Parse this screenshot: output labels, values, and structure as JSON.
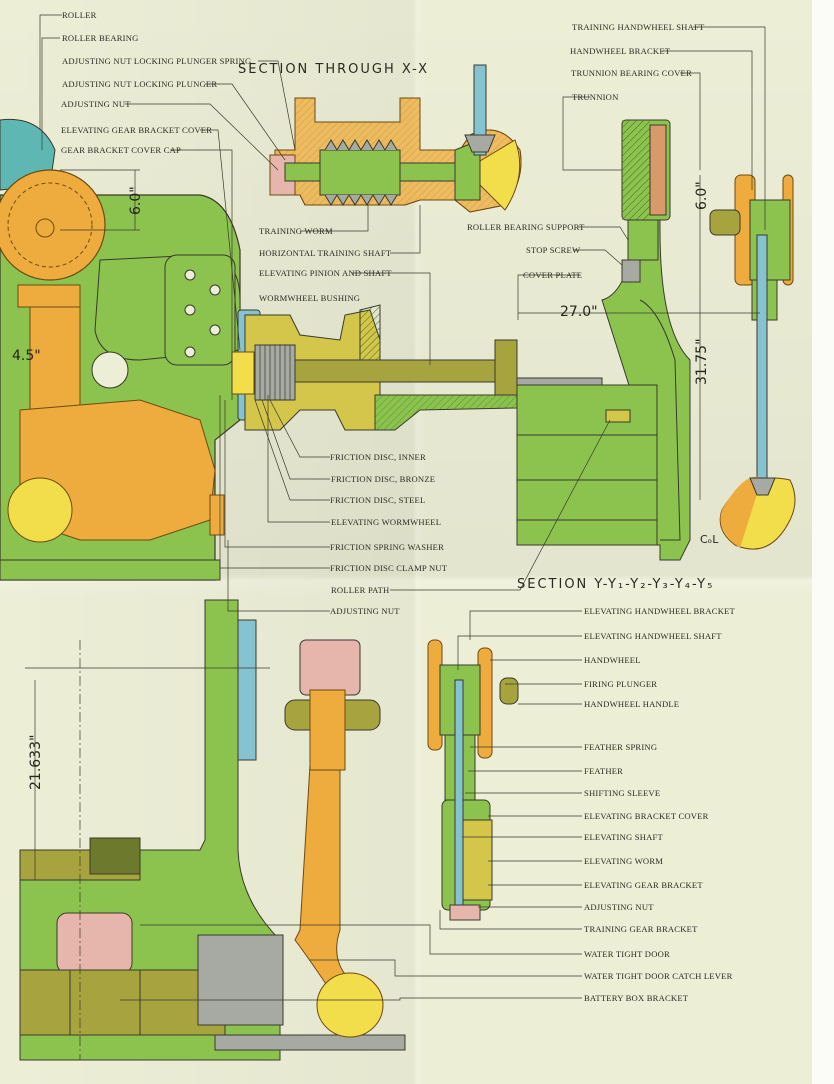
{
  "drawing": {
    "section_titles": {
      "x_x": "SECTION THROUGH X-X",
      "y_y": "SECTION Y-Y₁-Y₂-Y₃-Y₄-Y₅"
    },
    "labels_top_left": [
      "ROLLER",
      "ROLLER BEARING",
      "ADJUSTING NUT LOCKING PLUNGER SPRING",
      "ADJUSTING NUT LOCKING PLUNGER",
      "ADJUSTING NUT",
      "ELEVATING GEAR BRACKET COVER",
      "GEAR BRACKET COVER CAP"
    ],
    "labels_top_right": [
      "TRAINING HANDWHEEL SHAFT",
      "HANDWHEEL BRACKET",
      "TRUNNION BEARING COVER",
      "TRUNNION"
    ],
    "labels_middle": [
      "TRAINING WORM",
      "HORIZONTAL TRAINING SHAFT",
      "ELEVATING PINION AND SHAFT",
      "WORMWHEEL BUSHING"
    ],
    "labels_middle_right": [
      "ROLLER BEARING SUPPORT",
      "STOP SCREW",
      "COVER PLATE"
    ],
    "labels_friction": [
      "FRICTION DISC, INNER",
      "FRICTION DISC, BRONZE",
      "FRICTION DISC, STEEL",
      "ELEVATING WORMWHEEL",
      "FRICTION SPRING WASHER",
      "FRICTION DISC CLAMP NUT",
      "ROLLER PATH",
      "ADJUSTING NUT"
    ],
    "labels_bottom_right": [
      "ELEVATING HANDWHEEL BRACKET",
      "ELEVATING HANDWHEEL SHAFT",
      "HANDWHEEL",
      "FIRING PLUNGER",
      "HANDWHEEL HANDLE",
      "FEATHER SPRING",
      "FEATHER",
      "SHIFTING SLEEVE",
      "ELEVATING BRACKET COVER",
      "ELEVATING SHAFT",
      "ELEVATING WORM",
      "ELEVATING GEAR BRACKET",
      "ADJUSTING NUT",
      "TRAINING GEAR BRACKET",
      "WATER TIGHT DOOR",
      "WATER TIGHT DOOR CATCH LEVER",
      "BATTERY BOX BRACKET"
    ],
    "dimensions": {
      "d_6_0_left": "6.0\"",
      "d_4_5": "4.5\"",
      "d_27_0": "27.0\"",
      "d_6_0_right": "6.0\"",
      "d_31_75": "31.75\"",
      "d_21_633": "21.633\"",
      "center_mark": "CₒL"
    },
    "colors": {
      "paper": "#eceed6",
      "green": "#8cc34e",
      "orange": "#eeac3e",
      "yellow": "#f2de4a",
      "olive": "#a7a43f",
      "blue": "#86c3d0",
      "pink": "#e6b6ac",
      "gray": "#a7aaa2",
      "teal": "#5fb7b3",
      "line": "#3a3a2c"
    }
  }
}
